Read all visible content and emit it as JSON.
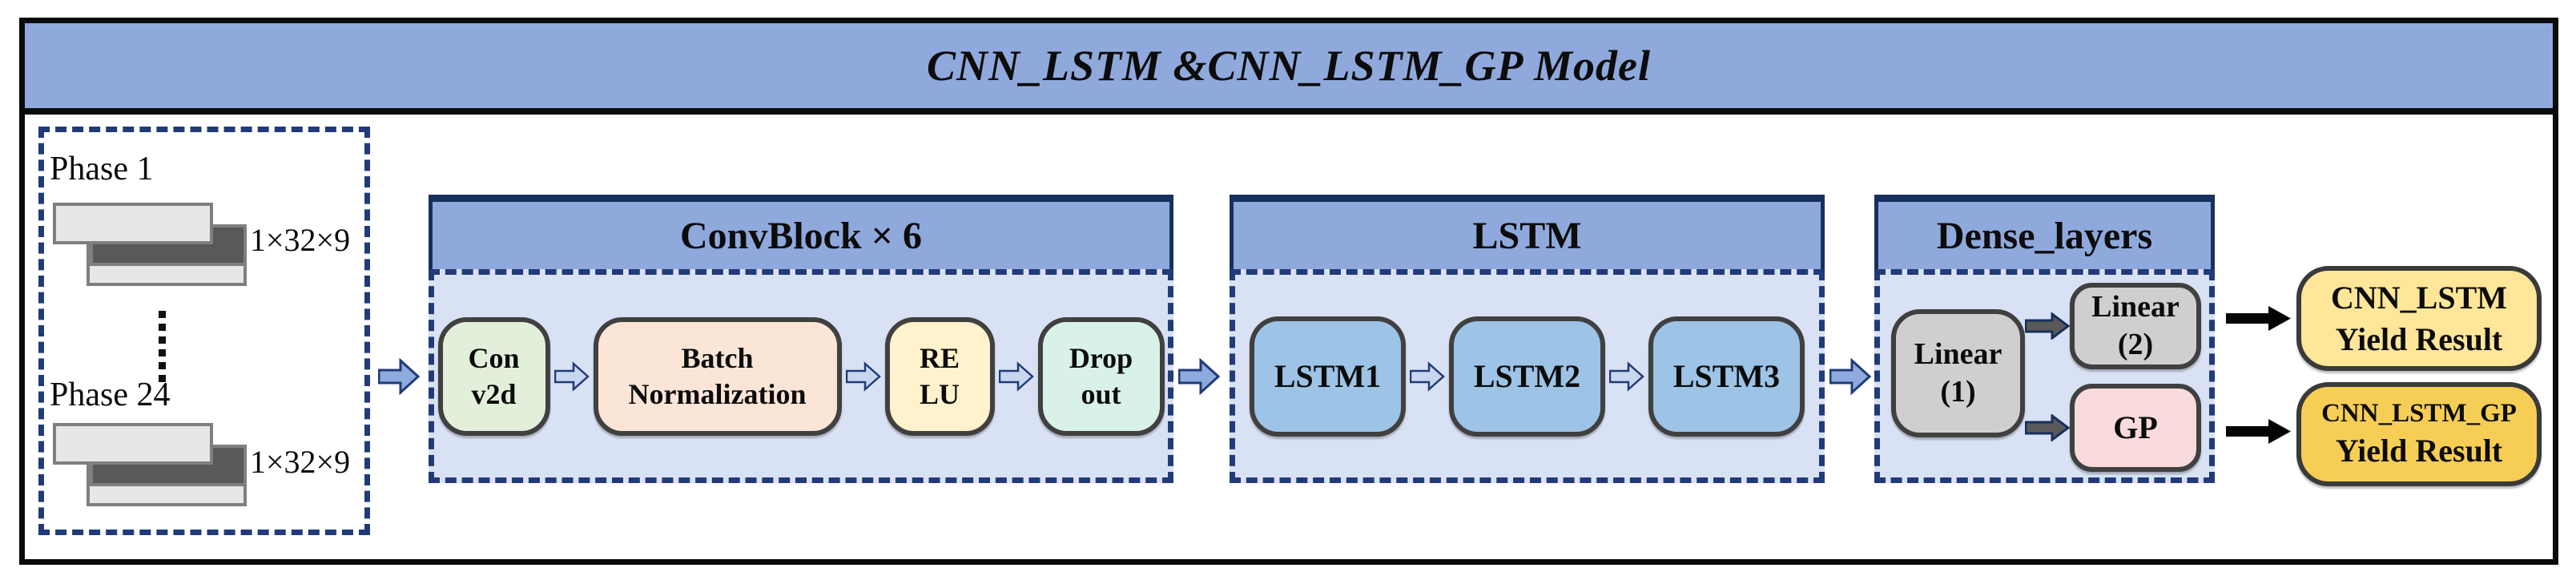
{
  "title": "CNN_LSTM &CNN_LSTM_GP Model",
  "input_panel": {
    "phase_top": {
      "label": "Phase 1",
      "dims": "1×32×9"
    },
    "phase_bottom": {
      "label": "Phase 24",
      "dims": "1×32×9"
    }
  },
  "sections": {
    "convblock": {
      "title": "ConvBlock × 6",
      "boxes": [
        {
          "line1": "Con",
          "line2": "v2d"
        },
        {
          "line1": "Batch",
          "line2": "Normalization"
        },
        {
          "line1": "RE",
          "line2": "LU"
        },
        {
          "line1": "Drop",
          "line2": "out"
        }
      ]
    },
    "lstm": {
      "title": "LSTM",
      "boxes": [
        {
          "label": "LSTM1"
        },
        {
          "label": "LSTM2"
        },
        {
          "label": "LSTM3"
        }
      ]
    },
    "dense": {
      "title": "Dense_layers",
      "linear1": {
        "line1": "Linear",
        "line2": "(1)"
      },
      "linear2": {
        "line1": "Linear",
        "line2": "(2)"
      },
      "gp": {
        "label": "GP"
      }
    }
  },
  "outputs": [
    {
      "line1": "CNN_LSTM",
      "line2": "Yield Result"
    },
    {
      "line1": "CNN_LSTM_GP",
      "line2": "Yield Result"
    }
  ],
  "colors": {
    "header_blue": "#8FA9DC",
    "body_blue": "#D9E1F4",
    "navy": "#203B77",
    "conv2d_green": "#E2EFDA",
    "batchnorm_peach": "#FBE5D6",
    "relu_yellow": "#FFF2CC",
    "dropout_mint": "#D9F2E8",
    "lstm_blue": "#9DC3E6",
    "linear_gray": "#D0CECE",
    "gp_pink": "#F9DBDB",
    "result1_yellow": "#FFE699",
    "result2_gold": "#F7CE55",
    "card_light": "#E8E7E7",
    "card_dark": "#595959",
    "flow_arrow_blue": "#8FAADC",
    "inner_arrow_blue": "#C9D6F0",
    "dense_arrow_gray": "#595959",
    "black_arrow": "#050505"
  }
}
